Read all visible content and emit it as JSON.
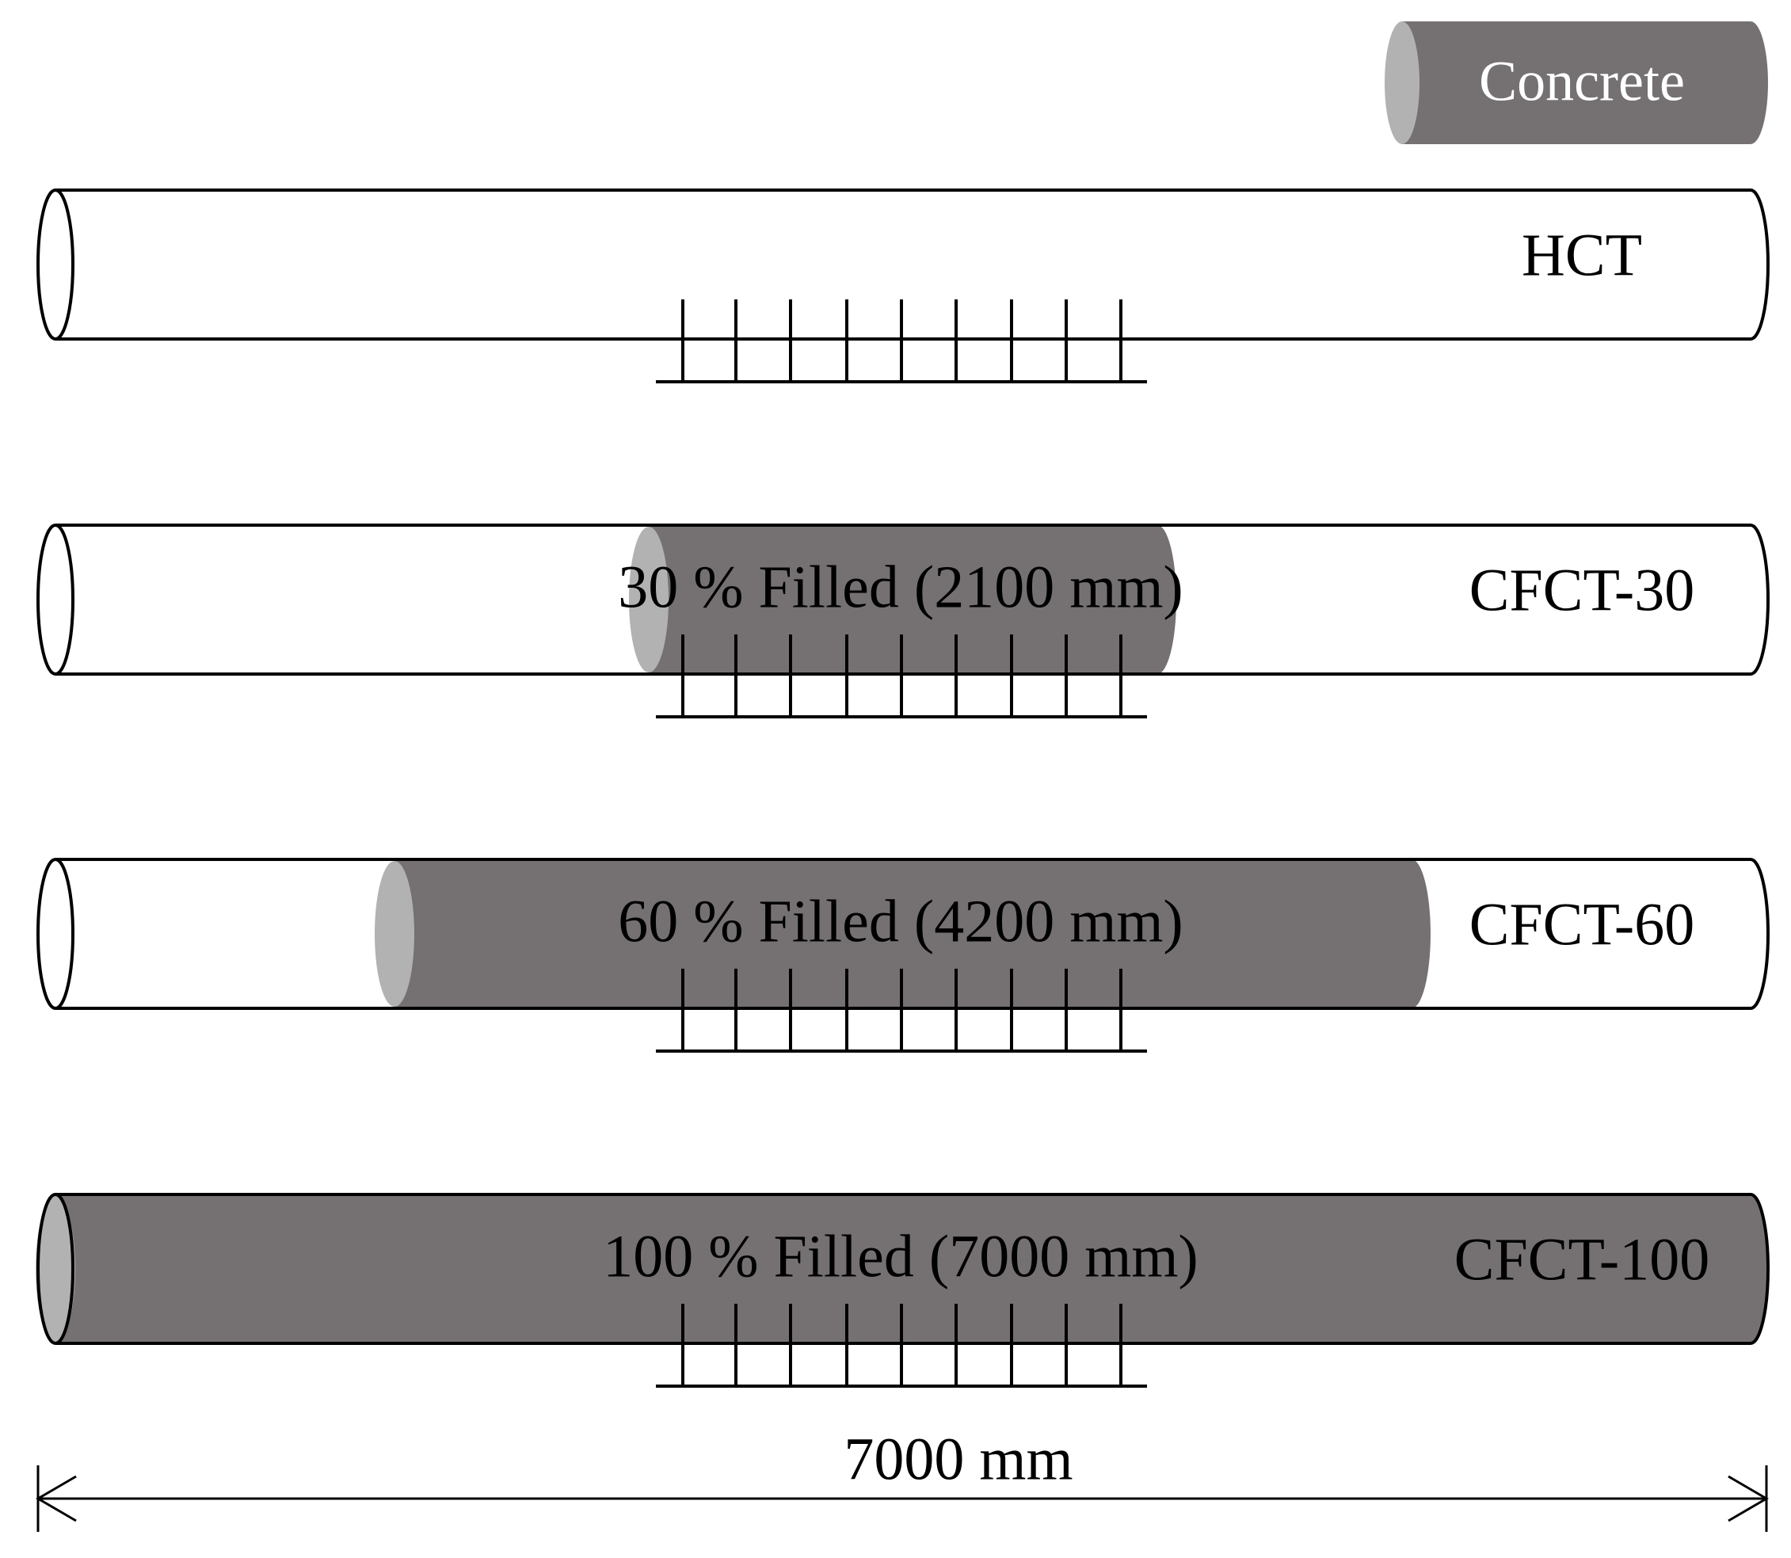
{
  "legend": {
    "label": "Concrete",
    "color": "#757172",
    "end_color": "#b2b2b2"
  },
  "total_length_mm": 7000,
  "dimension": {
    "label": "7000 mm",
    "value_mm": 7000
  },
  "colors": {
    "concrete": "#757172",
    "concrete_end": "#b2b2b2",
    "tube_outline": "#000000",
    "tube_fill": "#ffffff",
    "legend_text": "#ffffff"
  },
  "specimens": [
    {
      "id": "HCT",
      "label": "HCT",
      "fill_label": "",
      "fill_percent": 0,
      "fill_length_mm": 0
    },
    {
      "id": "CFCT-30",
      "label": "CFCT-30",
      "fill_label": "30 % Filled (2100 mm)",
      "fill_percent": 30,
      "fill_length_mm": 2100
    },
    {
      "id": "CFCT-60",
      "label": "CFCT-60",
      "fill_label": "60 % Filled (4200 mm)",
      "fill_percent": 60,
      "fill_length_mm": 4200
    },
    {
      "id": "CFCT-100",
      "label": "CFCT-100",
      "fill_label": "100 % Filled (7000 mm)",
      "fill_percent": 100,
      "fill_length_mm": 7000
    }
  ]
}
